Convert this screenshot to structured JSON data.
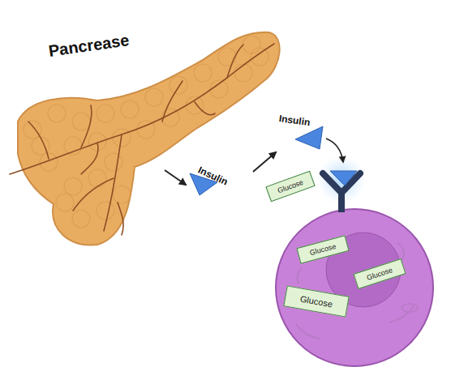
{
  "diagram": {
    "nodes": [
      {
        "text": [
          "Pancrease"
        ]
      },
      {
        "text": [
          "Insulin"
        ]
      },
      {
        "text": [
          "Insulin"
        ]
      },
      {
        "text": [
          "Glucose"
        ]
      },
      {
        "text": [
          "Glucose"
        ]
      },
      {
        "text": [
          "Glucose"
        ]
      },
      {
        "text": [
          "Glucose"
        ]
      }
    ],
    "edges": [
      {
        "from": 0,
        "to": 1,
        "arrow": "to"
      },
      {
        "from": 1,
        "to": 2,
        "arrow": "to"
      }
    ]
  }
}
